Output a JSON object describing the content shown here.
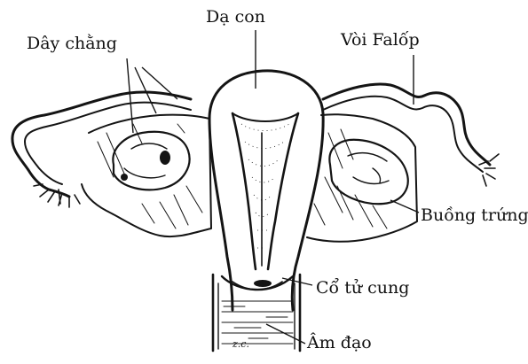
{
  "labels": {
    "uterus": "Dạ con",
    "ligament": "Dây chằng",
    "fallopian_tube": "Vòi Falốp",
    "ovary": "Buồng trứng",
    "cervix": "Cổ tử cung",
    "vagina": "Âm đạo"
  },
  "signature": "z.c.",
  "colors": {
    "ink": "#141414",
    "background": "#ffffff"
  }
}
